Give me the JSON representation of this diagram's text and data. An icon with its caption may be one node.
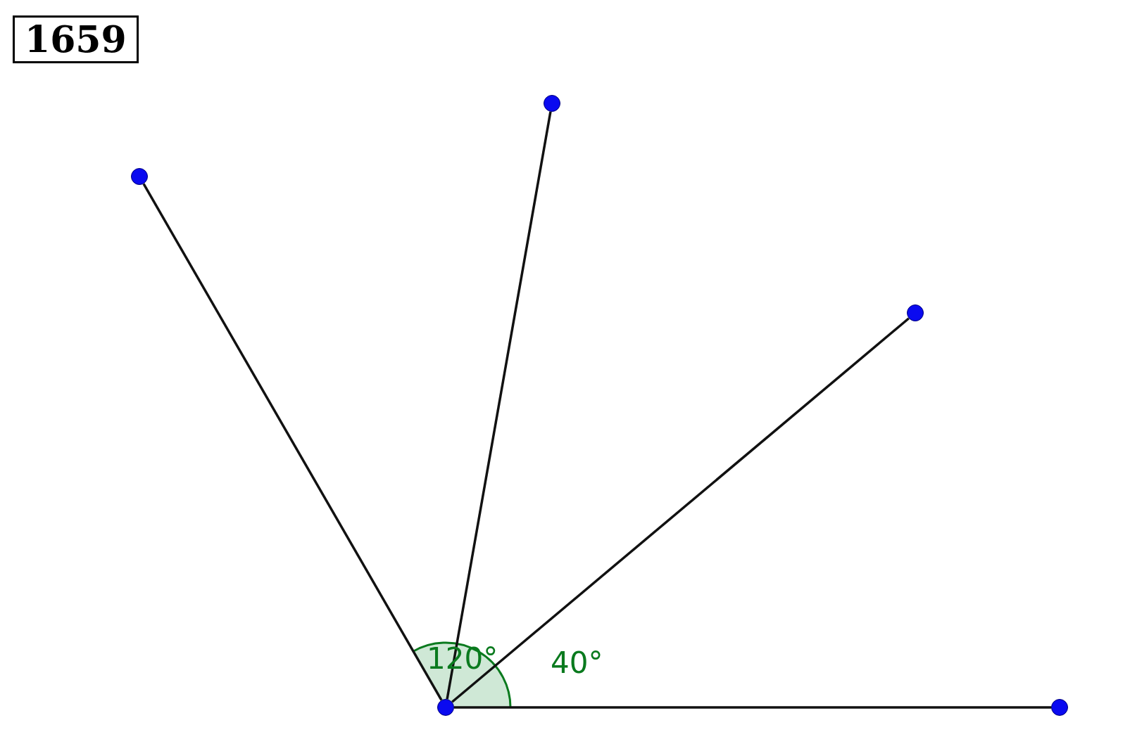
{
  "diagram": {
    "nodes": [
      {
        "text": [],
        "shape": "circle"
      },
      {
        "text": [],
        "shape": "circle"
      },
      {
        "text": [],
        "shape": "circle"
      },
      {
        "text": [],
        "shape": "circle"
      },
      {
        "text": [],
        "shape": "circle"
      }
    ],
    "edges": [
      {
        "from": 1,
        "to": 0,
        "arrow": "none"
      },
      {
        "from": 1,
        "to": 2,
        "arrow": "none"
      },
      {
        "from": 1,
        "to": 3,
        "arrow": "none"
      },
      {
        "from": 1,
        "to": 4,
        "arrow": "none"
      }
    ],
    "labels": [
      "1659",
      "120°",
      "40°"
    ]
  }
}
